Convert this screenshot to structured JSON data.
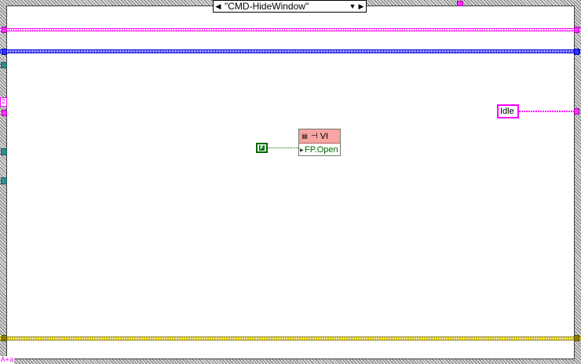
{
  "case_selector": {
    "prev_icon": "triangle-left-icon",
    "value": "\"CMD-HideWindow\"",
    "dropdown_icon": "triangle-down-icon",
    "next_icon": "triangle-right-icon"
  },
  "constants": {
    "idle": "Idle",
    "boolean": "F"
  },
  "property_node": {
    "ref_icon": "reference-icon",
    "key_icon": "key-icon",
    "class": "VI",
    "property": "FP.Open"
  },
  "edge_labels": {
    "left": "2",
    "corner": "A+a"
  },
  "colors": {
    "string_wire": "#ff00ff",
    "cluster_wire": "#0000ee",
    "error_wire": "#8a7a00",
    "refnum_tunnel": "#2f8f8f",
    "boolean": "#006600",
    "property_node_header": "#f7a5a0"
  }
}
